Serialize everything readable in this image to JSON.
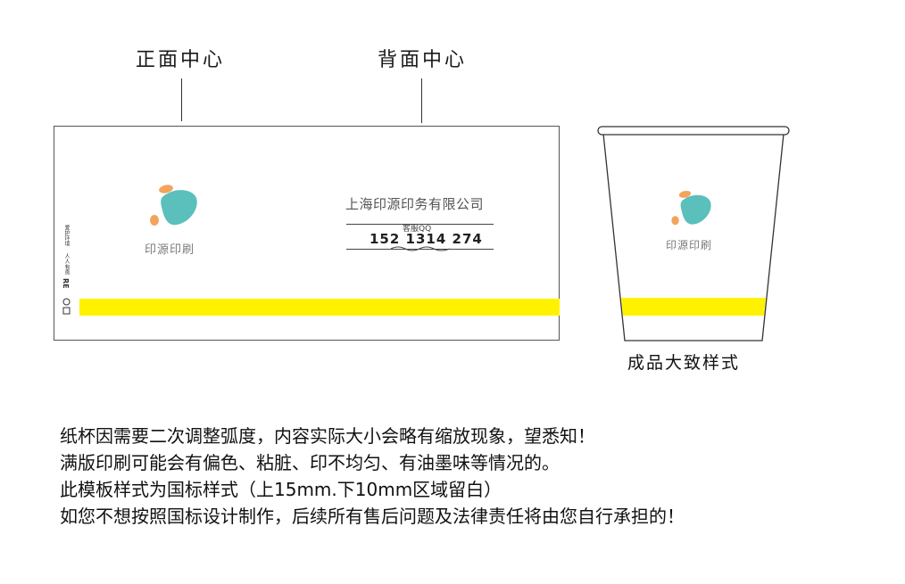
{
  "labels": {
    "front_center": "正面中心",
    "back_center": "背面中心",
    "finished_style": "成品大致样式"
  },
  "flat_template": {
    "brand_name": "印源印刷",
    "company": "上海印源印务有限公司",
    "qq_label": "客服QQ",
    "phone": "152 1314 274",
    "side_text_1": "爱护环境",
    "side_text_2": "人人有责",
    "side_mark": "RE",
    "band_color": "#fff200",
    "logo_colors": {
      "teal": "#5bbfbc",
      "orange": "#f2a45c"
    }
  },
  "cup": {
    "brand_name": "印源印刷"
  },
  "notes": [
    "纸杯因需要二次调整弧度，内容实际大小会略有缩放现象，望悉知！",
    "满版印刷可能会有偏色、粘脏、印不均匀、有油墨味等情况的。",
    "此模板样式为国标样式（上15mm.下10mm区域留白）",
    "如您不想按照国标设计制作，后续所有售后问题及法律责任将由您自行承担的！"
  ]
}
